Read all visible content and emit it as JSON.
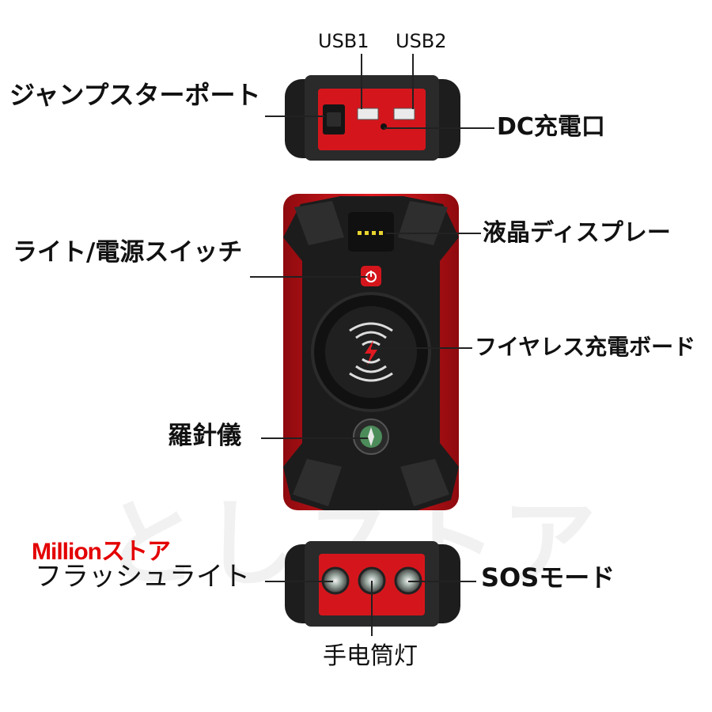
{
  "labels": {
    "usb1": "USB1",
    "usb2": "USB2",
    "jump_port": "ジャンプスターポート",
    "dc_port": "DC充電口",
    "lcd": "液晶ディスプレー",
    "light_switch": "ライト/電源スイッチ",
    "wireless": "フイヤレス充電ボード",
    "compass": "羅針儀",
    "flashlight": "フラッシュライト",
    "sos": "SOSモード",
    "flashlight_cn": "手电筒灯"
  },
  "brand": "Millionストア",
  "watermark": "としストア",
  "colors": {
    "body_red": "#d4161c",
    "body_dark": "#1b1b1b",
    "brand_red": "#e30000"
  }
}
